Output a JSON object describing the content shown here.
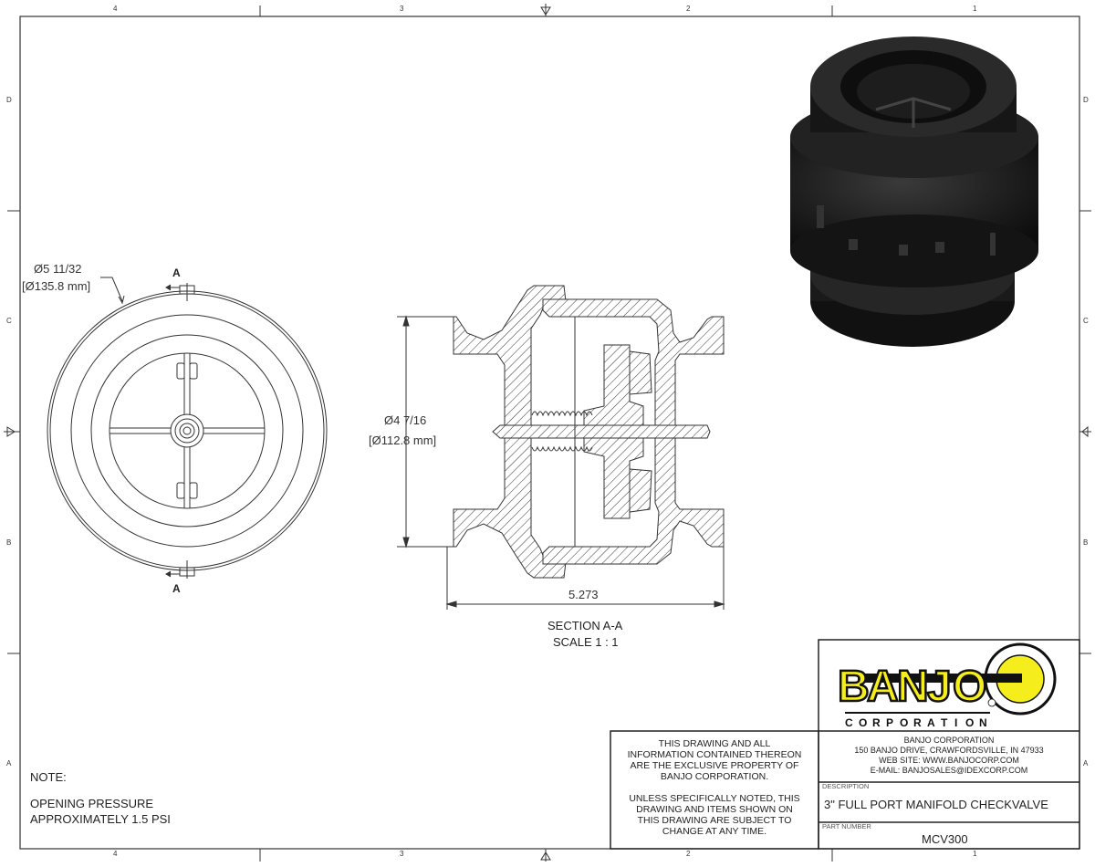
{
  "frame": {
    "columns": [
      "4",
      "3",
      "2",
      "1"
    ],
    "rows": [
      "D",
      "C",
      "B",
      "A"
    ]
  },
  "front_view": {
    "diameter_in": "Ø5 11/32",
    "diameter_mm": "[Ø135.8 mm]",
    "section_mark_top": "A",
    "section_mark_bottom": "A"
  },
  "section_view": {
    "diameter_in": "Ø4 7/16",
    "diameter_mm": "[Ø112.8 mm]",
    "length": "5.273",
    "title": "SECTION A-A",
    "scale": "SCALE 1 : 1"
  },
  "note": {
    "heading": "NOTE:",
    "line1": "OPENING PRESSURE",
    "line2": "APPROXIMATELY 1.5 PSI"
  },
  "title_block": {
    "logo_text": "BANJO",
    "logo_subtext": "CORPORATION",
    "logo_colors": {
      "yellow": "#f5ee1c",
      "black": "#111111"
    },
    "disclaimer": [
      "THIS DRAWING AND ALL",
      "INFORMATION CONTAINED THEREON",
      "ARE THE EXCLUSIVE PROPERTY OF",
      "BANJO CORPORATION.",
      "UNLESS SPECIFICALLY NOTED, THIS",
      "DRAWING AND ITEMS SHOWN ON",
      "THIS DRAWING ARE SUBJECT TO",
      "CHANGE AT ANY TIME."
    ],
    "company": "BANJO CORPORATION",
    "address": "150 BANJO DRIVE, CRAWFORDSVILLE, IN 47933",
    "website": "WEB SITE: WWW.BANJOCORP.COM",
    "email": "E-MAIL: BANJOSALES@IDEXCORP.COM",
    "description_label": "DESCRIPTION",
    "description": "3\" FULL PORT MANIFOLD CHECKVALVE",
    "part_number_label": "PART NUMBER",
    "part_number": "MCV300"
  }
}
